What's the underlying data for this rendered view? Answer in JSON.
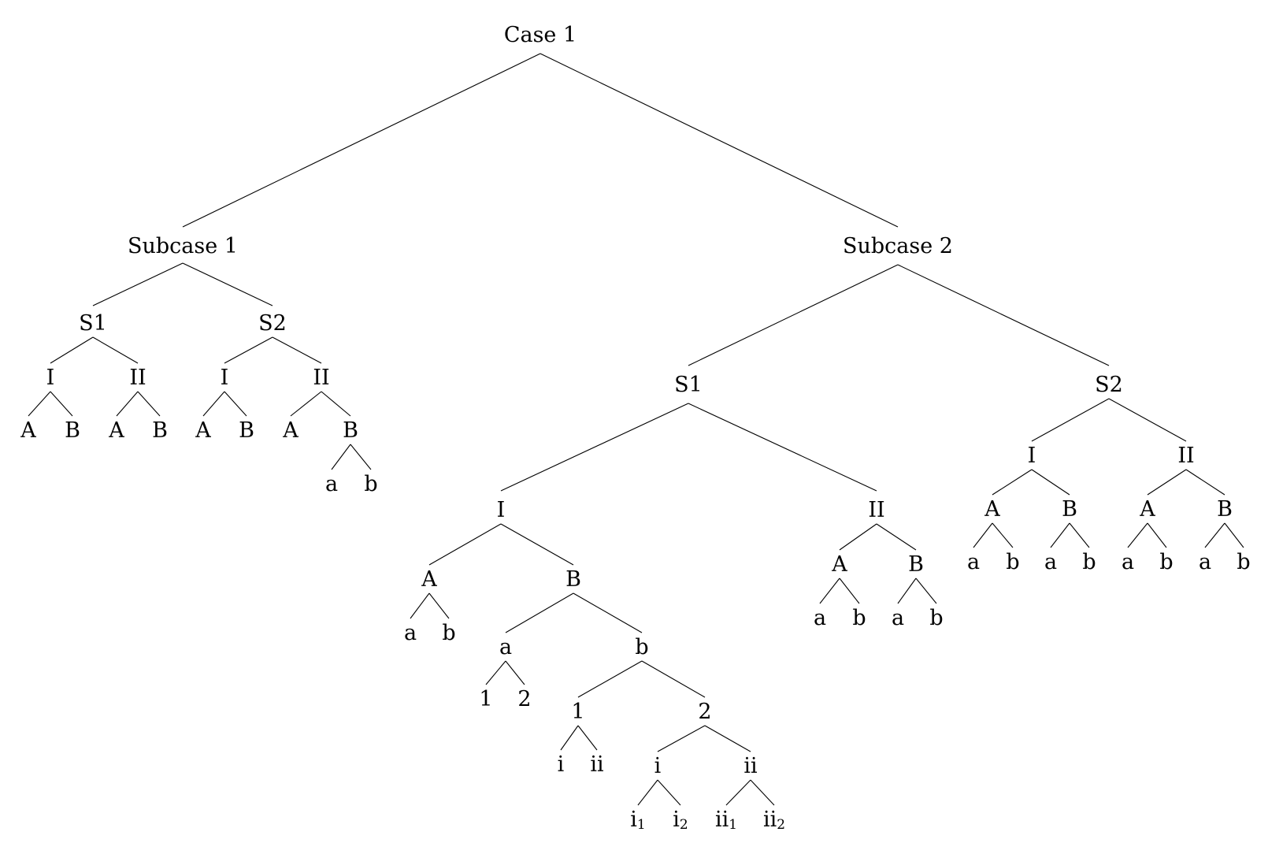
{
  "tree": {
    "label": "Case 1",
    "children": [
      {
        "label": "Subcase 1",
        "children": [
          {
            "label": "S1",
            "children": [
              {
                "label": "I",
                "children": [
                  {
                    "label": "A"
                  },
                  {
                    "label": "B"
                  }
                ]
              },
              {
                "label": "II",
                "children": [
                  {
                    "label": "A"
                  },
                  {
                    "label": "B"
                  }
                ]
              }
            ]
          },
          {
            "label": "S2",
            "children": [
              {
                "label": "I",
                "children": [
                  {
                    "label": "A"
                  },
                  {
                    "label": "B"
                  }
                ]
              },
              {
                "label": "II",
                "children": [
                  {
                    "label": "A"
                  },
                  {
                    "label": "B",
                    "children": [
                      {
                        "label": "a"
                      },
                      {
                        "label": "b"
                      }
                    ]
                  }
                ]
              }
            ]
          }
        ]
      },
      {
        "label": "Subcase 2",
        "children": [
          {
            "label": "S1",
            "children": [
              {
                "label": "I",
                "children": [
                  {
                    "label": "A",
                    "children": [
                      {
                        "label": "a"
                      },
                      {
                        "label": "b"
                      }
                    ]
                  },
                  {
                    "label": "B",
                    "children": [
                      {
                        "label": "a",
                        "children": [
                          {
                            "label": "1"
                          },
                          {
                            "label": "2"
                          }
                        ]
                      },
                      {
                        "label": "b",
                        "children": [
                          {
                            "label": "1",
                            "children": [
                              {
                                "label": "i"
                              },
                              {
                                "label": "ii"
                              }
                            ]
                          },
                          {
                            "label": "2",
                            "children": [
                              {
                                "label": "i",
                                "children": [
                                  {
                                    "label": "i",
                                    "subscript": "1"
                                  },
                                  {
                                    "label": "i",
                                    "subscript": "2"
                                  }
                                ]
                              },
                              {
                                "label": "ii",
                                "children": [
                                  {
                                    "label": "ii",
                                    "subscript": "1"
                                  },
                                  {
                                    "label": "ii",
                                    "subscript": "2"
                                  }
                                ]
                              }
                            ]
                          }
                        ]
                      }
                    ]
                  }
                ]
              },
              {
                "label": "II",
                "children": [
                  {
                    "label": "A",
                    "children": [
                      {
                        "label": "a"
                      },
                      {
                        "label": "b"
                      }
                    ]
                  },
                  {
                    "label": "B",
                    "children": [
                      {
                        "label": "a"
                      },
                      {
                        "label": "b"
                      }
                    ]
                  }
                ]
              }
            ]
          },
          {
            "label": "S2",
            "children": [
              {
                "label": "I",
                "children": [
                  {
                    "label": "A",
                    "children": [
                      {
                        "label": "a"
                      },
                      {
                        "label": "b"
                      }
                    ]
                  },
                  {
                    "label": "B",
                    "children": [
                      {
                        "label": "a"
                      },
                      {
                        "label": "b"
                      }
                    ]
                  }
                ]
              },
              {
                "label": "II",
                "children": [
                  {
                    "label": "A",
                    "children": [
                      {
                        "label": "a"
                      },
                      {
                        "label": "b"
                      }
                    ]
                  },
                  {
                    "label": "B",
                    "children": [
                      {
                        "label": "a"
                      },
                      {
                        "label": "b"
                      }
                    ]
                  }
                ]
              }
            ]
          }
        ]
      }
    ]
  }
}
